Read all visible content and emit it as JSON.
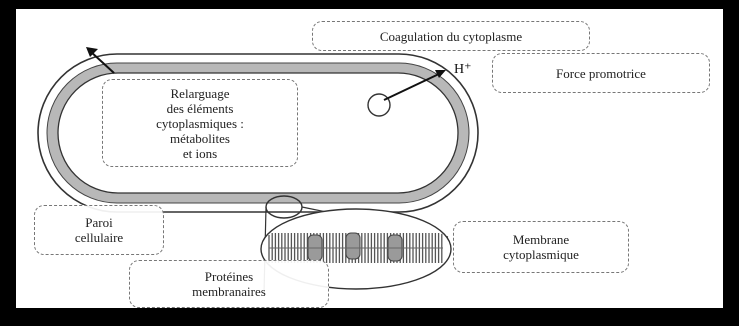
{
  "labels": {
    "relarguage": [
      "Relarguage",
      "des éléments",
      "cytoplasmiques :",
      "métabolites",
      "et ions"
    ],
    "coagulation": "Coagulation du cytoplasme",
    "force": "Force promotrice",
    "hplus": "H⁺",
    "paroi": [
      "Paroi",
      "cellulaire"
    ],
    "membrane": [
      "Membrane",
      "cytoplasmique"
    ],
    "proteines": [
      "Protéines",
      "membranaires"
    ]
  },
  "colors": {
    "frame": "#000000",
    "background": "#ffffff",
    "wall_fill": "#b8b8b8",
    "outline": "#333333"
  }
}
